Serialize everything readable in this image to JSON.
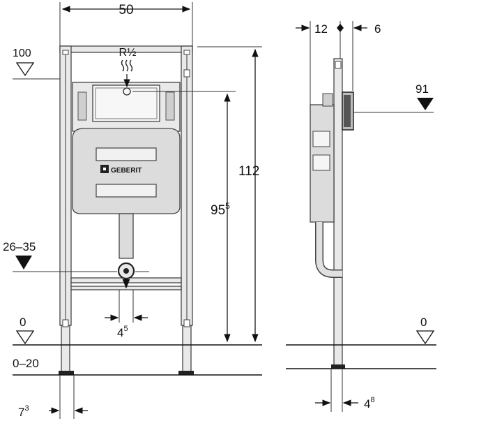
{
  "brand": {
    "logo_text": "GEBERIT"
  },
  "front_view": {
    "width": "50",
    "connection": "R½",
    "level_top": "100",
    "height_total": "112",
    "height_connection": "95",
    "height_connection_sup": "5",
    "drain_range": "26–35",
    "floor_level": "0",
    "adjust_range": "0–20",
    "foot_offset": "7",
    "foot_offset_sup": "3",
    "drain_width": "4",
    "drain_width_sup": "5"
  },
  "side_view": {
    "depth_left": "12",
    "depth_right": "6",
    "level_plate": "91",
    "floor_level": "0",
    "foot_depth": "4",
    "foot_depth_sup": "8"
  }
}
